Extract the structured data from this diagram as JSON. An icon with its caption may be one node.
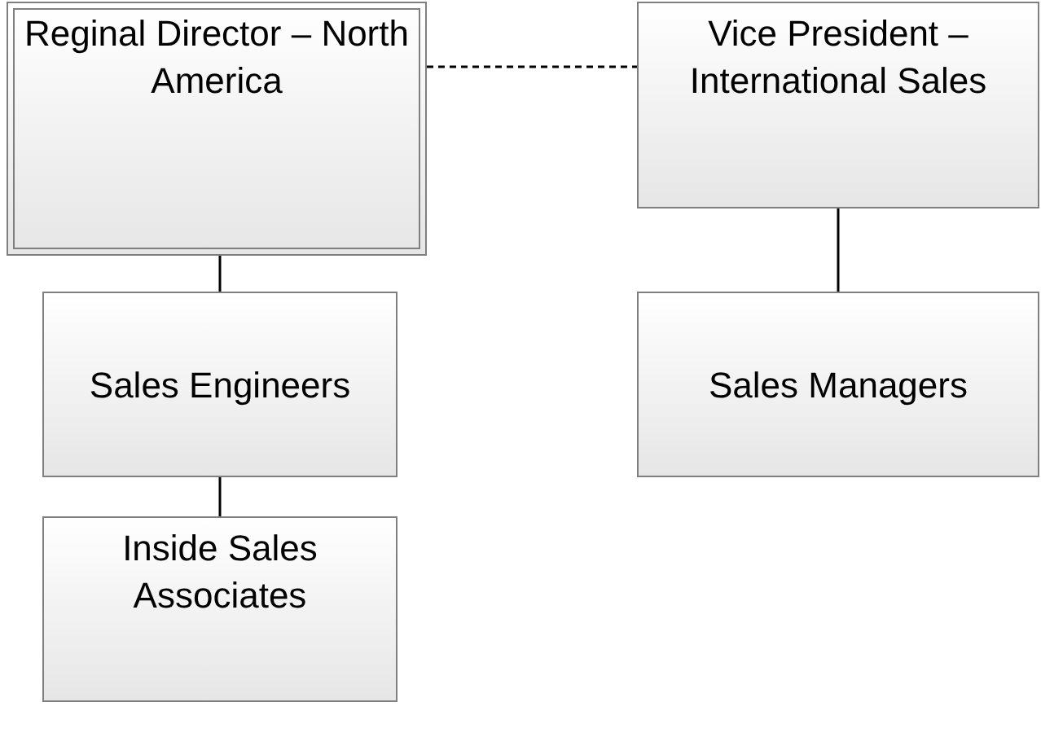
{
  "diagram": {
    "nodes": [
      {
        "text": [
          "Reginal Director – North America"
        ]
      },
      {
        "text": [
          "Vice President – International Sales"
        ]
      },
      {
        "text": [
          "Sales Engineers"
        ]
      },
      {
        "text": [
          "Sales Managers"
        ]
      },
      {
        "text": [
          "Inside Sales Associates"
        ]
      }
    ],
    "edges": [
      {
        "from": 0,
        "to": 1,
        "arrow": "none",
        "style": "dashed"
      },
      {
        "from": 0,
        "to": 2,
        "arrow": "none"
      },
      {
        "from": 1,
        "to": 3,
        "arrow": "none"
      },
      {
        "from": 2,
        "to": 4,
        "arrow": "none"
      }
    ]
  }
}
